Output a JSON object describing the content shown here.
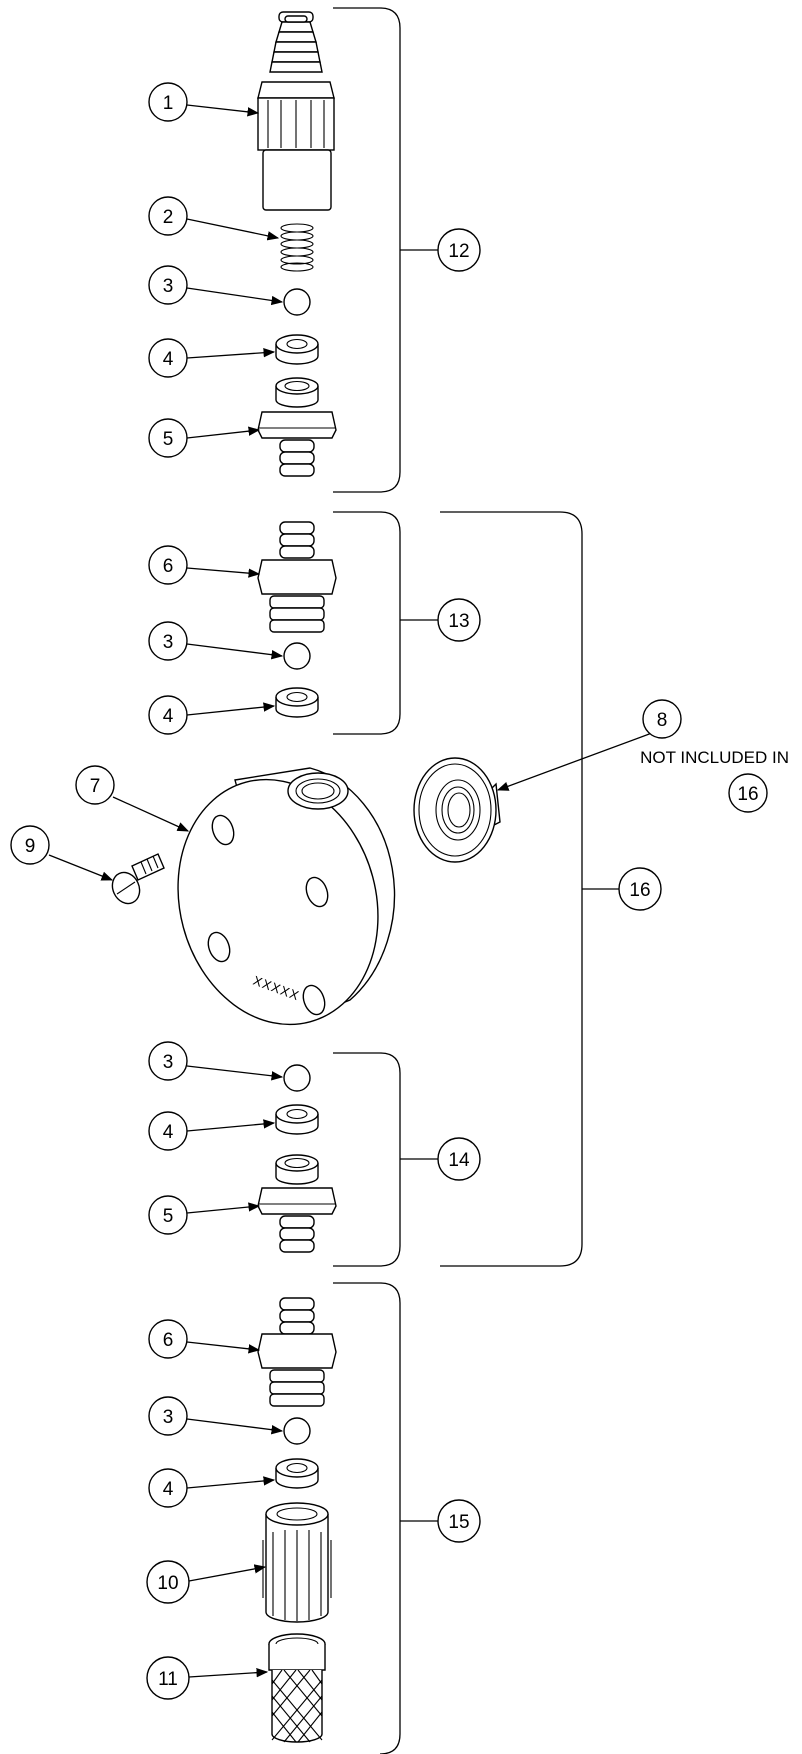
{
  "callouts": {
    "c1": "1",
    "c2": "2",
    "c3a": "3",
    "c4a": "4",
    "c5a": "5",
    "c6a": "6",
    "c3b": "3",
    "c4b": "4",
    "c7": "7",
    "c8": "8",
    "c9": "9",
    "c3c": "3",
    "c4c": "4",
    "c5b": "5",
    "c6b": "6",
    "c3d": "3",
    "c4d": "4",
    "c10": "10",
    "c11": "11",
    "c12": "12",
    "c13": "13",
    "c14": "14",
    "c15": "15",
    "c16": "16",
    "c16note": "16"
  },
  "note": "NOT INCLUDED IN",
  "body_marking": "XXXXX"
}
